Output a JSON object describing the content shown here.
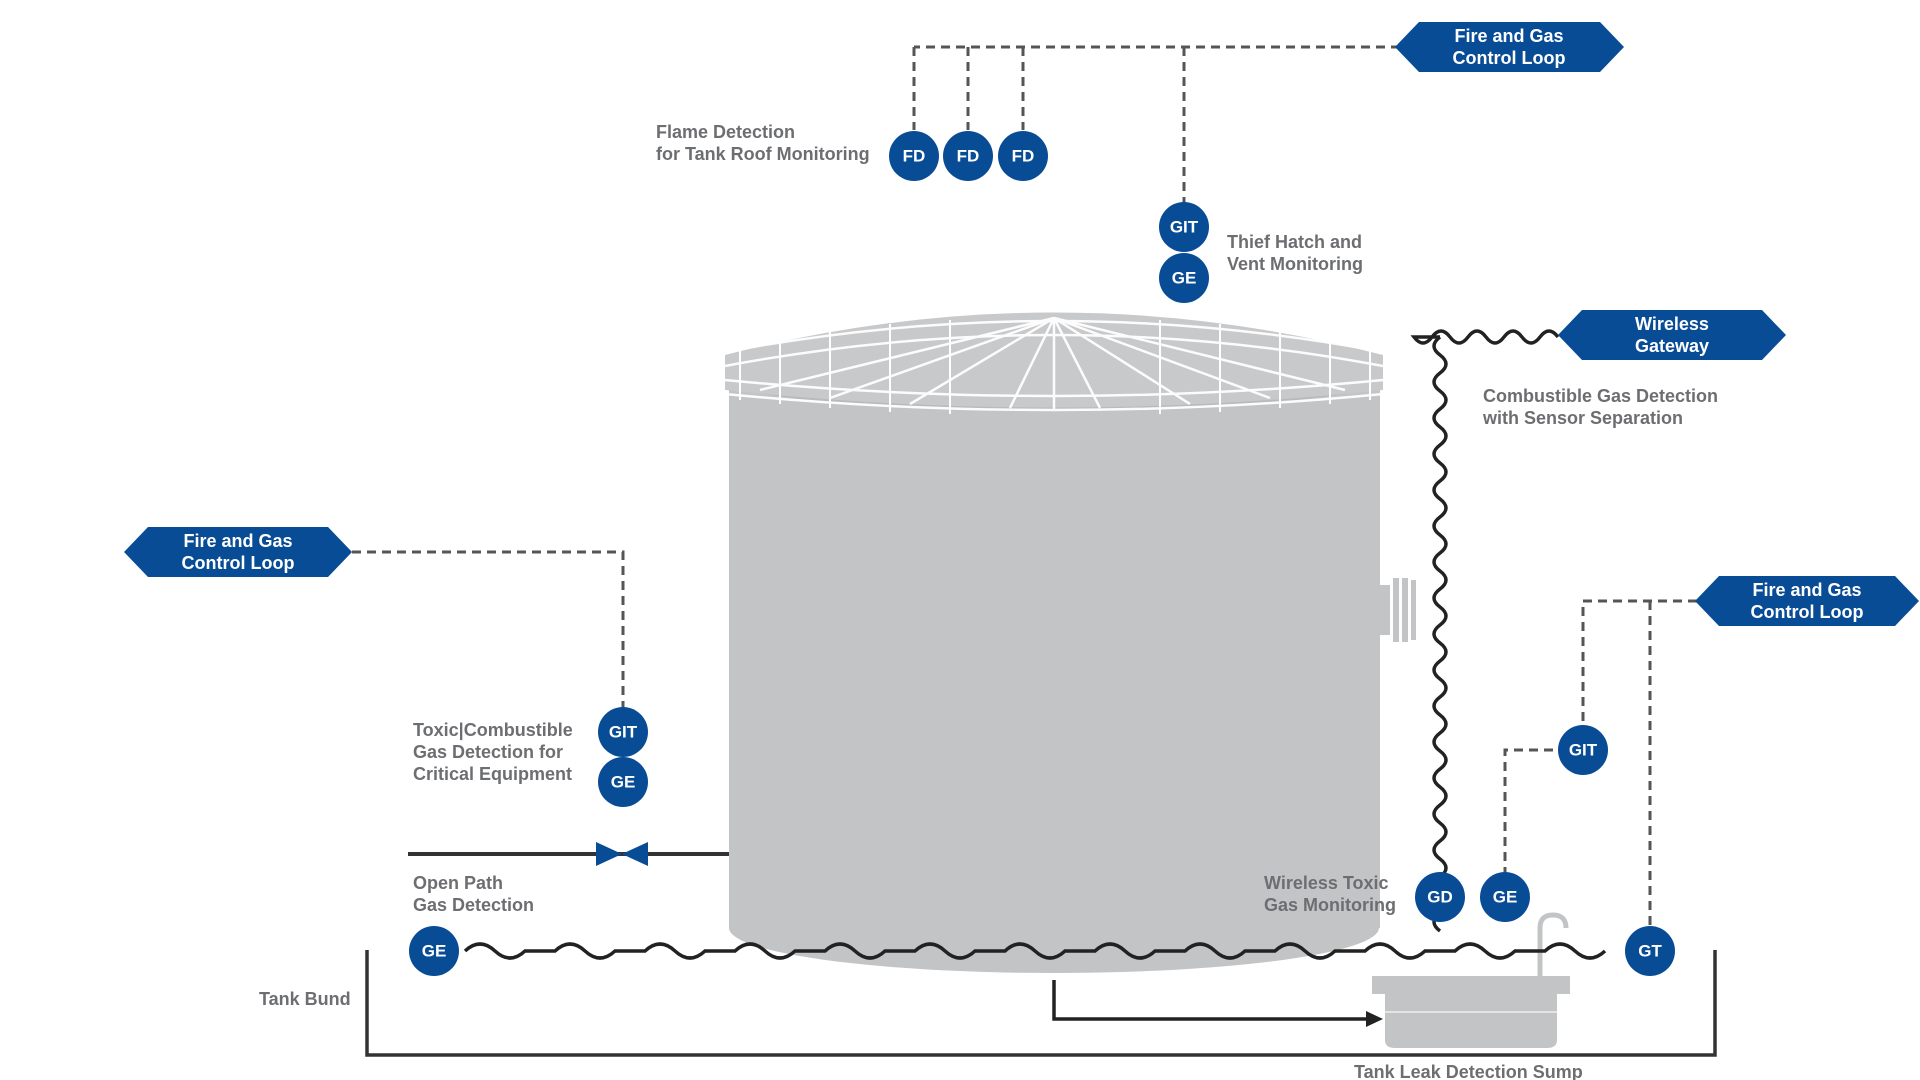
{
  "colors": {
    "brand_blue": "#084c96",
    "tank_gray": "#c3c4c6",
    "label_gray": "#6d6e71"
  },
  "labels": {
    "flame_detection": [
      "Flame Detection",
      "for Tank Roof Monitoring"
    ],
    "thief_hatch": [
      "Thief Hatch and",
      "Vent Monitoring"
    ],
    "combustible_sensor_sep": [
      "Combustible Gas Detection",
      "with Sensor Separation"
    ],
    "toxic_combustible": [
      "Toxic|Combustible",
      "Gas Detection for",
      "Critical Equipment"
    ],
    "open_path": [
      "Open Path",
      "Gas Detection"
    ],
    "wireless_toxic": [
      "Wireless Toxic",
      "Gas Monitoring"
    ],
    "tank_bund": "Tank Bund",
    "leak_sump": "Tank Leak Detection Sump"
  },
  "tags": {
    "control_loop_top": [
      "Fire and Gas",
      "Control Loop"
    ],
    "control_loop_left": [
      "Fire and Gas",
      "Control Loop"
    ],
    "control_loop_right": [
      "Fire and Gas",
      "Control Loop"
    ],
    "wireless_gateway": [
      "Wireless",
      "Gateway"
    ]
  },
  "bubbles": {
    "fd1": "FD",
    "fd2": "FD",
    "fd3": "FD",
    "git_top": "GIT",
    "ge_top": "GE",
    "git_left": "GIT",
    "ge_left": "GE",
    "ge_open_path": "GE",
    "gd_wireless": "GD",
    "ge_wireless": "GE",
    "git_right": "GIT",
    "gt_right": "GT"
  }
}
